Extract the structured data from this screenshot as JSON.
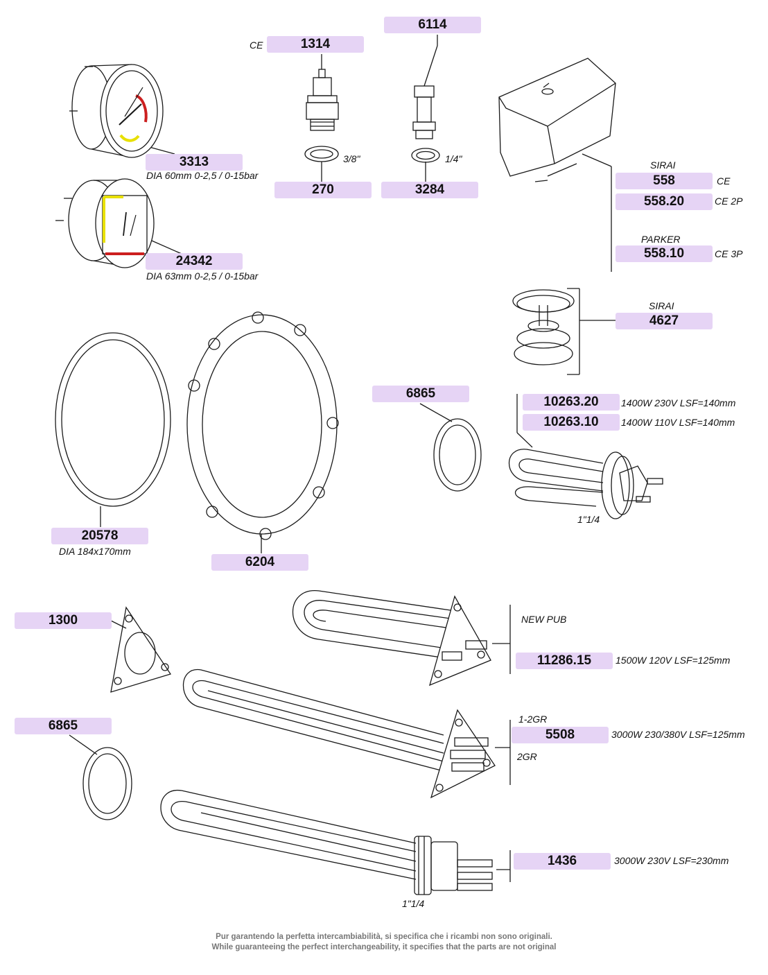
{
  "parts": {
    "p1314": "1314",
    "p6114": "6114",
    "p3313": "3313",
    "p270": "270",
    "p3284": "3284",
    "p558": "558",
    "p55820": "558.20",
    "p55810": "558.10",
    "p24342": "24342",
    "p4627": "4627",
    "p6865a": "6865",
    "p1026320": "10263.20",
    "p1026310": "10263.10",
    "p20578": "20578",
    "p6204": "6204",
    "p1300": "1300",
    "p1128615": "11286.15",
    "p6865b": "6865",
    "p5508": "5508",
    "p1436": "1436"
  },
  "notes": {
    "ce_1314": "CE",
    "dia3313": "DIA 60mm 0-2,5 / 0-15bar",
    "thread38": "3/8\"",
    "thread14": "1/4\"",
    "sirai558": "SIRAI",
    "ce558": "CE",
    "ce2p": "CE 2P",
    "parker": "PARKER",
    "ce3p": "CE 3P",
    "dia24342": "DIA 63mm 0-2,5 / 0-15bar",
    "sirai4627": "SIRAI",
    "spec1026320": "1400W 230V LSF=140mm",
    "spec1026310": "1400W 110V LSF=140mm",
    "thread114a": "1\"1/4",
    "dia20578": "DIA 184x170mm",
    "newpub": "NEW PUB",
    "spec1128615": "1500W 120V LSF=125mm",
    "gr12": "1-2GR",
    "spec5508": "3000W 230/380V LSF=125mm",
    "gr2": "2GR",
    "spec1436": "3000W 230V LSF=230mm",
    "thread114b": "1\"1/4"
  },
  "footer": {
    "it": "Pur garantendo la perfetta intercambiabilità, si specifica che i ricambi non sono originali.",
    "en": "While guaranteeing the perfect interchangeability, it specifies that the parts are not original"
  },
  "colors": {
    "label_bg": "#e6d4f5",
    "line": "#1a1a1a",
    "footer_text": "#777777",
    "gauge_red": "#cc1f1f",
    "gauge_yellow": "#e8e000"
  }
}
